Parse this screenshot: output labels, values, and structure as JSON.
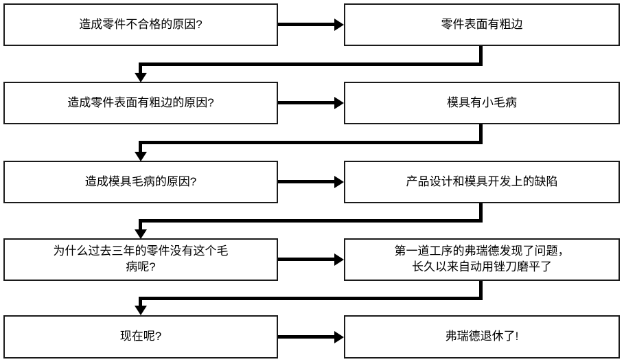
{
  "diagram": {
    "title": "5 Whys root cause analysis flowchart",
    "colors": {
      "background": "#ffffff",
      "box_border": "#1a1a1a",
      "connector": "#000000",
      "text": "#000000"
    },
    "rows": [
      {
        "id": "row-1",
        "question": "造成零件不合格的原因?",
        "answer": "零件表面有粗边"
      },
      {
        "id": "row-2",
        "question": "造成零件表面有粗边的原因?",
        "answer": "模具有小毛病"
      },
      {
        "id": "row-3",
        "question": "造成模具毛病的原因?",
        "answer": "产品设计和模具开发上的缺陷"
      },
      {
        "id": "row-4",
        "question": "为什么过去三年的零件没有这个毛\n病呢?",
        "answer": "第一道工序的弗瑞德发现了问题，\n长久以来自动用锉刀磨平了"
      },
      {
        "id": "row-5",
        "question": "现在呢?",
        "answer": "弗瑞德退休了!"
      }
    ],
    "connectors": [
      {
        "id": "arrow-q1-to-a1",
        "kind": "horizontal-arrow",
        "from": "row-1-question",
        "to": "row-1-answer"
      },
      {
        "id": "arrow-q2-to-a2",
        "kind": "horizontal-arrow",
        "from": "row-2-question",
        "to": "row-2-answer"
      },
      {
        "id": "arrow-q3-to-a3",
        "kind": "horizontal-arrow",
        "from": "row-3-question",
        "to": "row-3-answer"
      },
      {
        "id": "arrow-q4-to-a4",
        "kind": "horizontal-arrow",
        "from": "row-4-question",
        "to": "row-4-answer"
      },
      {
        "id": "arrow-q5-to-a5",
        "kind": "horizontal-arrow",
        "from": "row-5-question",
        "to": "row-5-answer"
      },
      {
        "id": "elbow-a1-to-q2",
        "kind": "elbow-down-arrow",
        "from": "row-1-answer",
        "to": "row-2-question"
      },
      {
        "id": "elbow-a2-to-q3",
        "kind": "elbow-down-arrow",
        "from": "row-2-answer",
        "to": "row-3-question"
      },
      {
        "id": "elbow-a3-to-q4",
        "kind": "elbow-down-arrow",
        "from": "row-3-answer",
        "to": "row-4-question"
      },
      {
        "id": "elbow-a4-to-q5",
        "kind": "elbow-down-arrow",
        "from": "row-4-answer",
        "to": "row-5-question"
      }
    ]
  }
}
